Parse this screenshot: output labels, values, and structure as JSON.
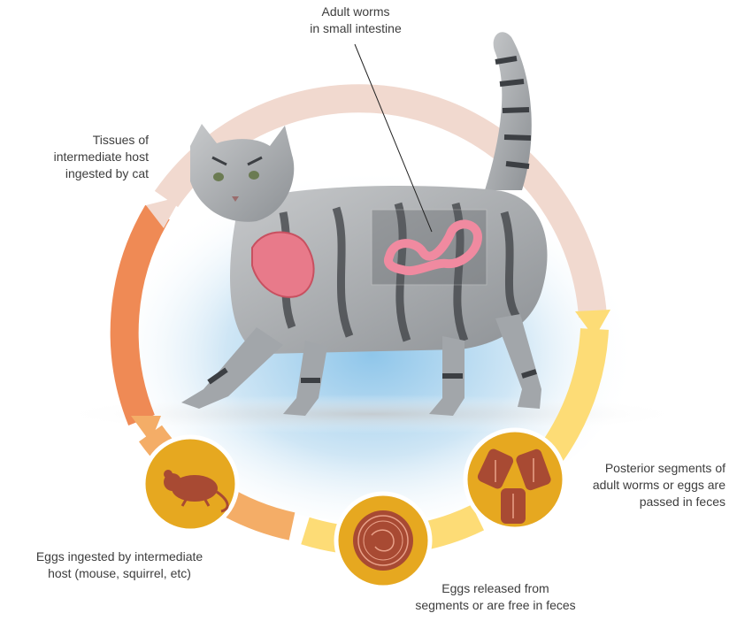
{
  "labels": {
    "adult_worms": [
      "Adult worms",
      "in small intestine"
    ],
    "tissues": [
      "Tissues of",
      "intermediate host",
      "ingested by cat"
    ],
    "posterior": [
      "Posterior segments of",
      "adult worms or eggs are",
      "passed in feces"
    ],
    "eggs_released": [
      "Eggs released from",
      "segments or are free in feces"
    ],
    "eggs_ingested": [
      "Eggs ingested by intermediate",
      "host (mouse, squirrel, etc)"
    ]
  },
  "icons": {
    "mouse": "mouse-icon",
    "egg": "egg-icon",
    "segments": "worm-segments-icon",
    "cat": "cat-illustration"
  },
  "colors": {
    "ring_pink": "#f1d9cf",
    "ring_orange": "#ef8a55",
    "ring_light_orange": "#f4ad67",
    "ring_yellow": "#fddc76",
    "icon_gold": "#e6a820",
    "icon_brown": "#a84a33",
    "worm_pink": "#e86a80",
    "cat_gray": "#9aa0a6"
  }
}
